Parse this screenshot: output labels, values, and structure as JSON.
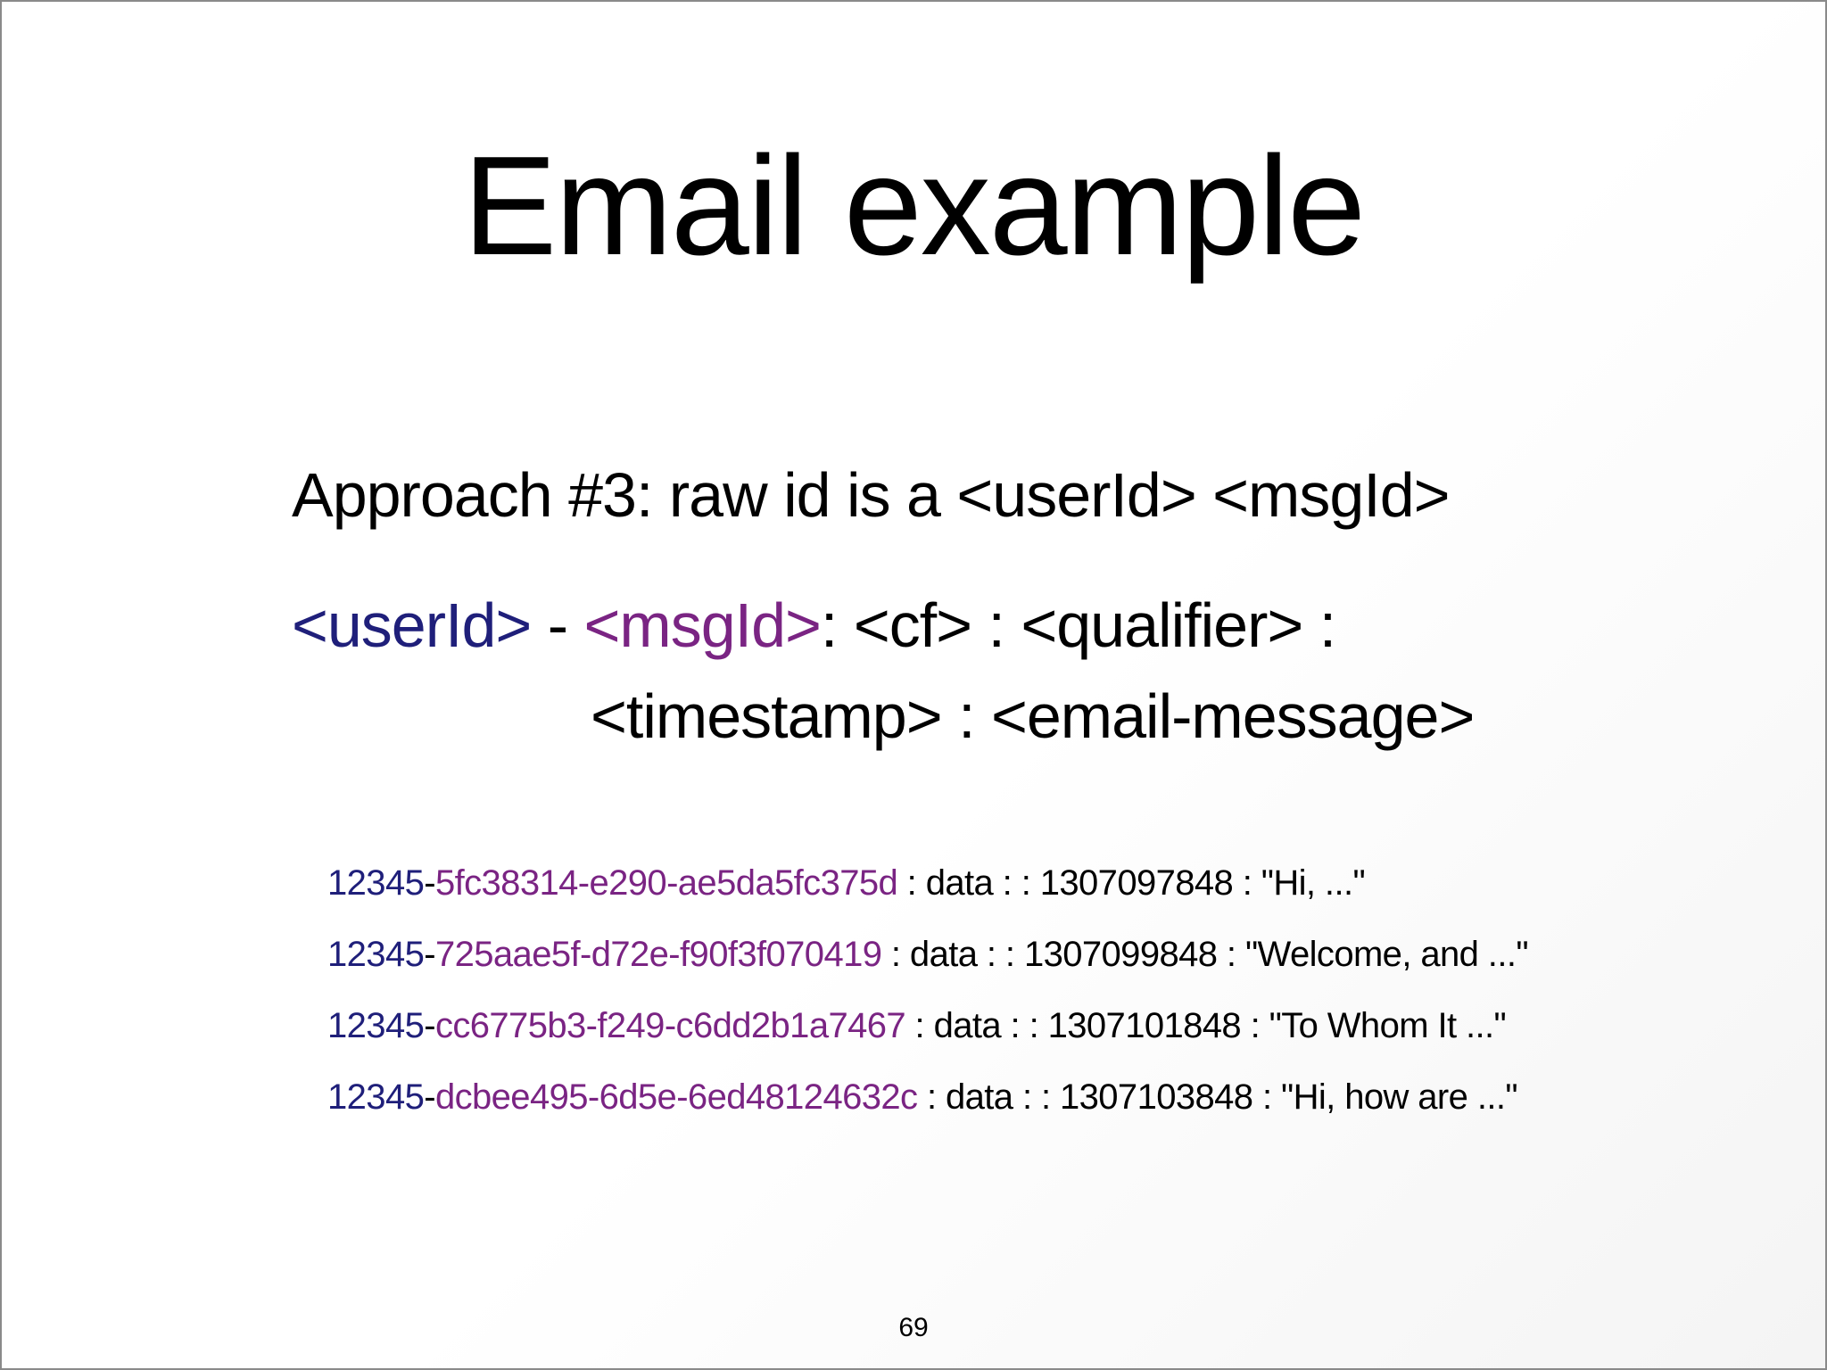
{
  "slide": {
    "title": "Email example",
    "approach": "Approach #3: raw id is a <userId> <msgId>",
    "schema": {
      "user_part": "<userId>",
      "separator": " - ",
      "msg_part": "<msgId>",
      "rest_line1": ": <cf> : <qualifier> :",
      "line2": "<timestamp> : <email-message>"
    },
    "examples": [
      {
        "user_id": "12345",
        "dash": "-",
        "msg_id": "5fc38314-e290-ae5da5fc375d",
        "rest": " : data : : 1307097848 : \"Hi, ...\""
      },
      {
        "user_id": "12345",
        "dash": "-",
        "msg_id": "725aae5f-d72e-f90f3f070419",
        "rest": " : data : : 1307099848 : \"Welcome, and ...\""
      },
      {
        "user_id": "12345",
        "dash": "-",
        "msg_id": "cc6775b3-f249-c6dd2b1a7467",
        "rest": " : data : : 1307101848 : \"To Whom It ...\""
      },
      {
        "user_id": "12345",
        "dash": "-",
        "msg_id": "dcbee495-6d5e-6ed48124632c",
        "rest": " : data : : 1307103848 : \"Hi, how are ...\""
      }
    ],
    "page_number": "69"
  },
  "colors": {
    "user_id": "#1f1f7a",
    "msg_id": "#7a2483",
    "text": "#000000",
    "border": "#8a8a8a"
  }
}
